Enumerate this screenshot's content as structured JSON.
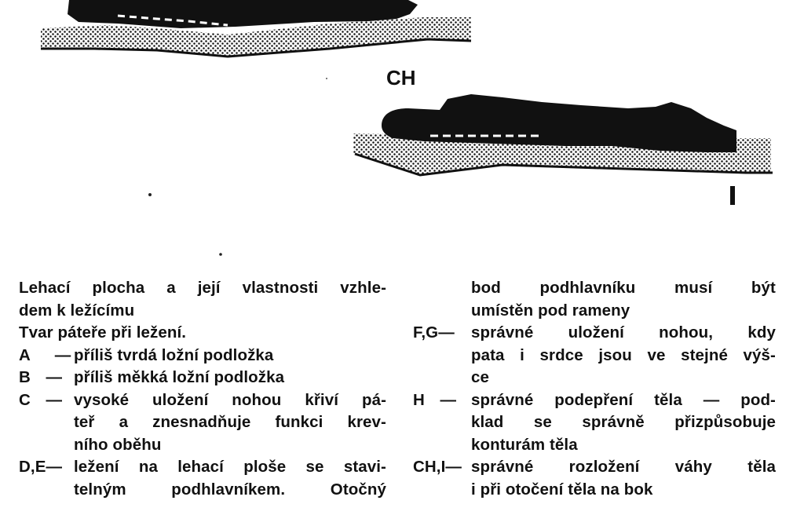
{
  "figure": {
    "labels": {
      "ch": "CH",
      "i": "I"
    }
  },
  "caption_left": {
    "heading_line1": "Lehací plocha a její vlastnosti vzhle-",
    "heading_line2": "dem k ležícímu",
    "subheading": "Tvar páteře při ležení.",
    "items": [
      {
        "key": "A",
        "dash": "—",
        "lines": [
          "příliš tvrdá ložní podložka"
        ]
      },
      {
        "key": "B",
        "dash": "—",
        "lines": [
          "příliš měkká ložní podložka"
        ]
      },
      {
        "key": "C",
        "dash": "—",
        "lines": [
          "vysoké uložení nohou křiví pá-",
          "teř a znesnadňuje funkci krev-",
          "ního oběhu"
        ]
      },
      {
        "key": "D,E",
        "dash": "—",
        "lines": [
          "ležení na lehací ploše se stavi-",
          "telným podhlavníkem. Otočný"
        ]
      }
    ]
  },
  "caption_right": {
    "continuation": [
      "bod podhlavníku musí být",
      "umístěn pod rameny"
    ],
    "items": [
      {
        "key": "F,G",
        "dash": "—",
        "lines": [
          "správné uložení nohou, kdy",
          "pata i srdce jsou ve stejné výš-",
          "ce"
        ]
      },
      {
        "key": "H",
        "dash": "—",
        "lines": [
          "správné podepření těla — pod-",
          "klad se správně přizpůsobuje",
          "konturám těla"
        ]
      },
      {
        "key": "CH,I",
        "dash": "—",
        "lines": [
          "správné rozložení váhy těla",
          "i při otočení těla na bok"
        ]
      }
    ]
  }
}
